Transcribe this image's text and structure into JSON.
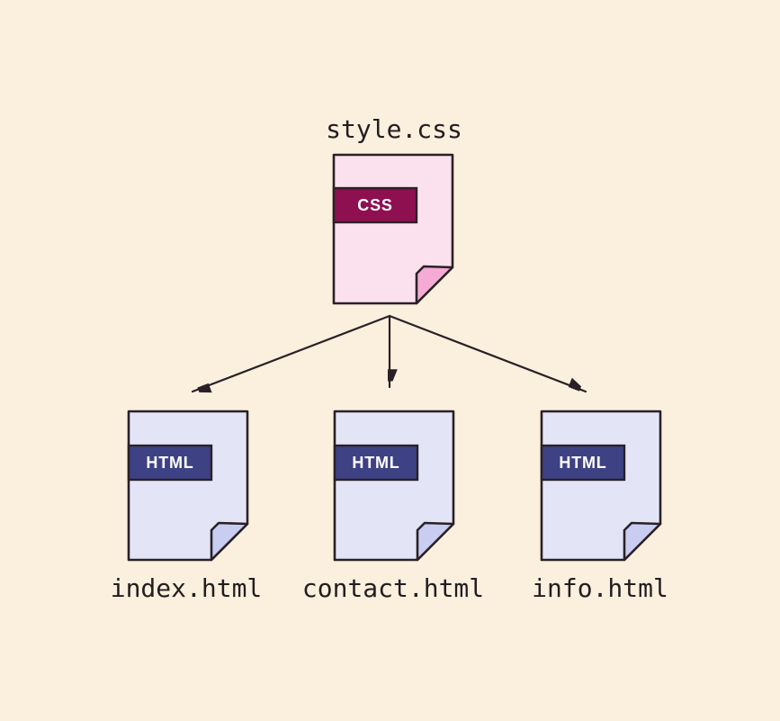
{
  "colors": {
    "background": "#FBF0DE",
    "outline": "#2A2127",
    "text": "#231D20",
    "css_file_body": "#FBE1EE",
    "css_file_fold": "#F5ABD3",
    "css_badge_bg": "#8E1051",
    "badge_text": "#FFFFFF",
    "html_file_body": "#E3E5F7",
    "html_file_fold": "#C9CDF1",
    "html_badge_bg": "#3E4184"
  },
  "css_file": {
    "title": "style.css",
    "badge": "CSS"
  },
  "html_files": [
    {
      "badge": "HTML",
      "label": "index.html"
    },
    {
      "badge": "HTML",
      "label": "contact.html"
    },
    {
      "badge": "HTML",
      "label": "info.html"
    }
  ]
}
